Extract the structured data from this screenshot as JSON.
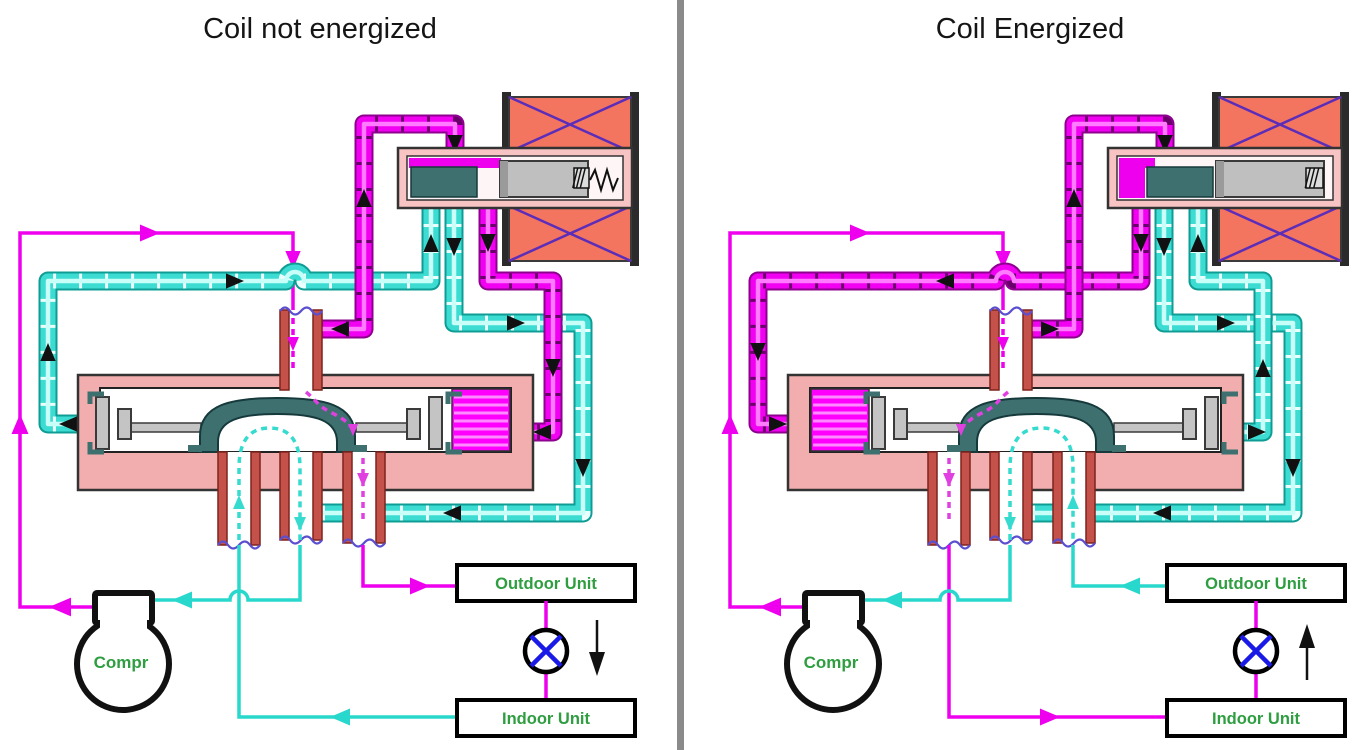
{
  "panels": [
    {
      "title": "Coil not energized",
      "state": "de-energized",
      "slider_position": "left",
      "compressor_label": "Compr",
      "outdoor_unit_label": "Outdoor Unit",
      "indoor_unit_label": "Indoor Unit",
      "expansion_flow_arrow": "down"
    },
    {
      "title": "Coil Energized",
      "state": "energized",
      "slider_position": "right",
      "compressor_label": "Compr",
      "outdoor_unit_label": "Outdoor Unit",
      "indoor_unit_label": "Indoor Unit",
      "expansion_flow_arrow": "up"
    }
  ],
  "colors": {
    "hot_gas_magenta": "#EE00EE",
    "suction_cyan": "#2BD9CC",
    "valve_body_pink": "#F2AEAE",
    "pilot_casing_pink": "#F8C3C3",
    "slider_teal": "#3E7070",
    "coil_winding_orange": "#F3755F",
    "coil_cross_purple": "#5B2DB8",
    "label_green": "#2E9E40",
    "expansion_x_blue": "#1A1AE6",
    "tube_wall_red": "#C4524A",
    "divider_gray": "#8A8A8A"
  }
}
